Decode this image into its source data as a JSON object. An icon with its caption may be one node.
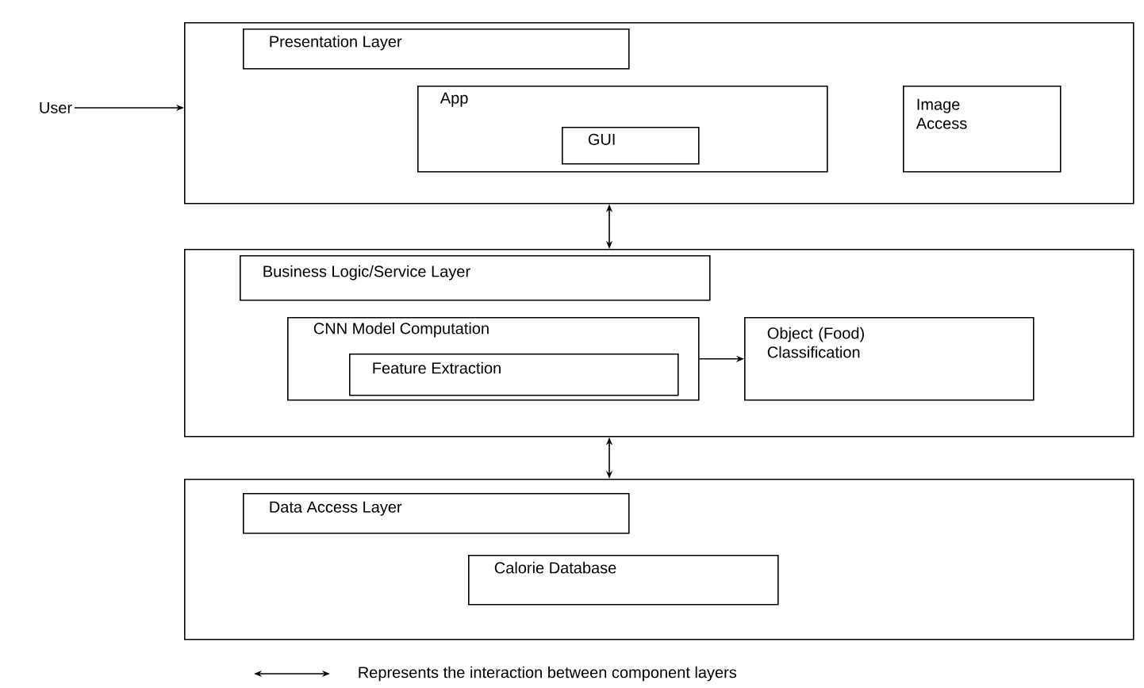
{
  "diagram": {
    "nodes": [
      {
        "text": [
          "User"
        ]
      },
      {
        "text": [],
        "shape": "box"
      },
      {
        "text": [
          "Presentation Layer"
        ],
        "in": 1
      },
      {
        "text": [
          "App"
        ],
        "in": 1
      },
      {
        "text": [
          "GUI"
        ],
        "in": 3
      },
      {
        "text": [
          "Image Access"
        ],
        "in": 1
      },
      {
        "text": [],
        "shape": "box"
      },
      {
        "text": [
          "Business Logic/Service Layer"
        ],
        "in": 6
      },
      {
        "text": [
          "CNN Model Computation"
        ],
        "in": 6
      },
      {
        "text": [
          "Feature Extraction"
        ],
        "in": 8
      },
      {
        "text": [
          "Object (Food) Classification"
        ],
        "in": 6
      },
      {
        "text": [],
        "shape": "box"
      },
      {
        "text": [
          "Data Access Layer"
        ],
        "in": 11
      },
      {
        "text": [
          "Calorie Database"
        ],
        "in": 11
      }
    ],
    "edges": [
      {
        "from": 0,
        "to": 1,
        "arrow": "to"
      },
      {
        "from": 1,
        "to": 6,
        "arrow": "both"
      },
      {
        "from": 8,
        "to": 10,
        "arrow": "to"
      },
      {
        "from": 6,
        "to": 11,
        "arrow": "both"
      }
    ],
    "legend": [
      {
        "text": "Represents the interaction between component layers"
      }
    ]
  }
}
